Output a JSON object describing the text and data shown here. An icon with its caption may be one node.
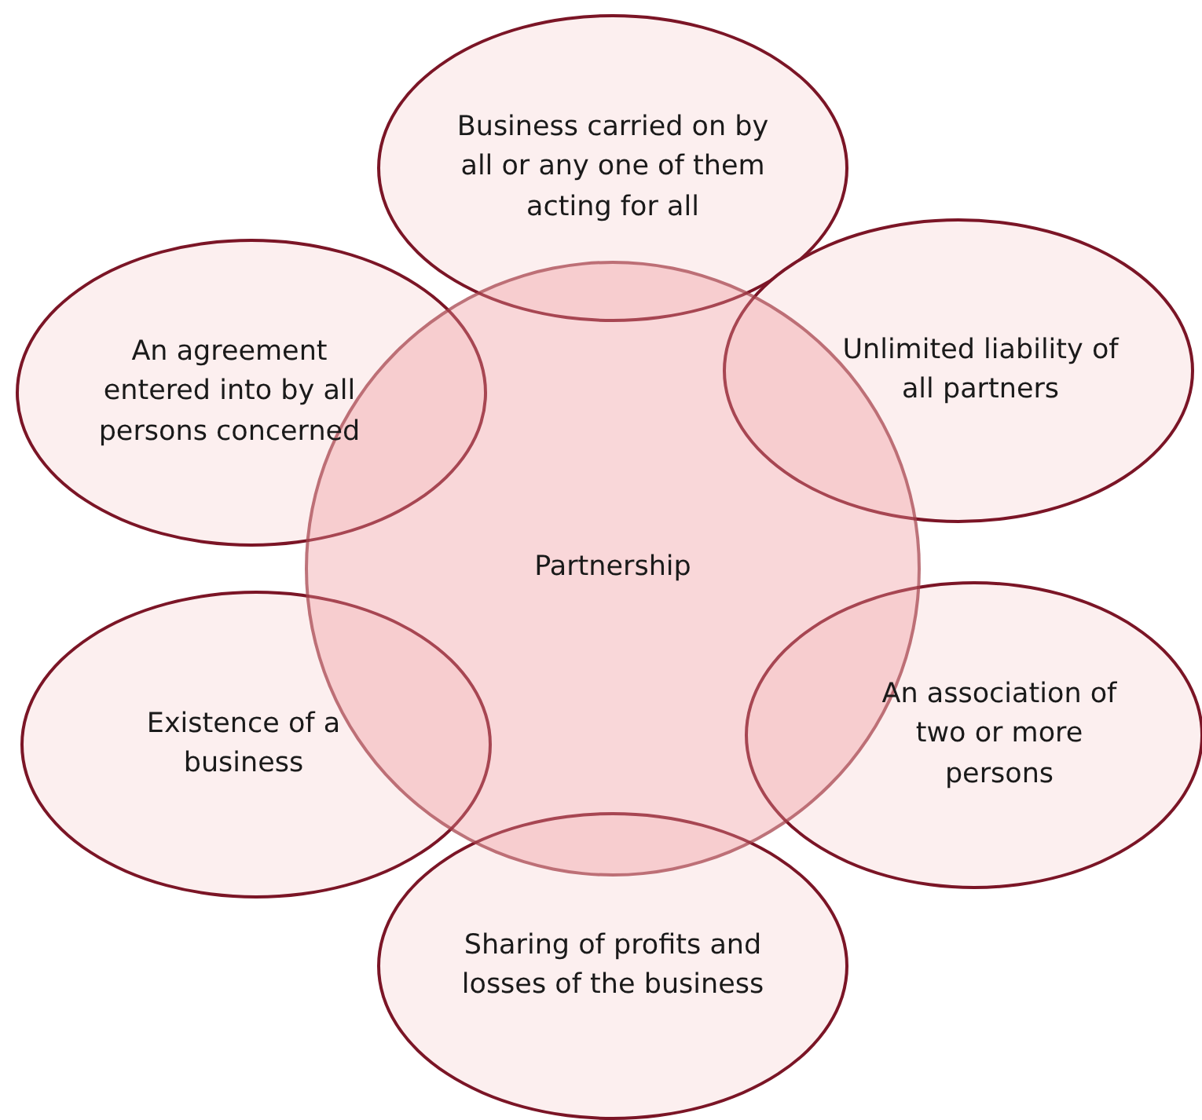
{
  "diagram": {
    "nodes": [
      {
        "text": [
          "Business carried on by all or any one of them acting for all"
        ]
      },
      {
        "text": [
          "An agreement entered into by all persons concerned"
        ]
      },
      {
        "text": [
          "Unlimited liability of all partners"
        ]
      },
      {
        "text": [
          "Partnership"
        ]
      },
      {
        "text": [
          "An association of two or more persons"
        ]
      },
      {
        "text": [
          "Existence of a business"
        ]
      },
      {
        "text": [
          "Sharing of profits and losses of the business"
        ]
      }
    ]
  }
}
